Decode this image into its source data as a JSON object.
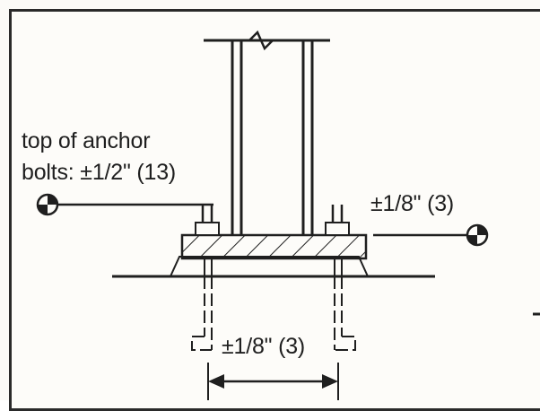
{
  "diagram": {
    "left_label_line1": "top of anchor",
    "left_label_line2": "bolts: ±1/2\" (13)",
    "right_label": "±1/8\" (3)",
    "bottom_label": "±1/8\" (3)",
    "colors": {
      "ink": "#1f1f1f",
      "paper": "#fdfcf9",
      "frame": "#2a2a2a"
    },
    "icons": [
      "datum-target-icon",
      "datum-target-icon"
    ]
  }
}
